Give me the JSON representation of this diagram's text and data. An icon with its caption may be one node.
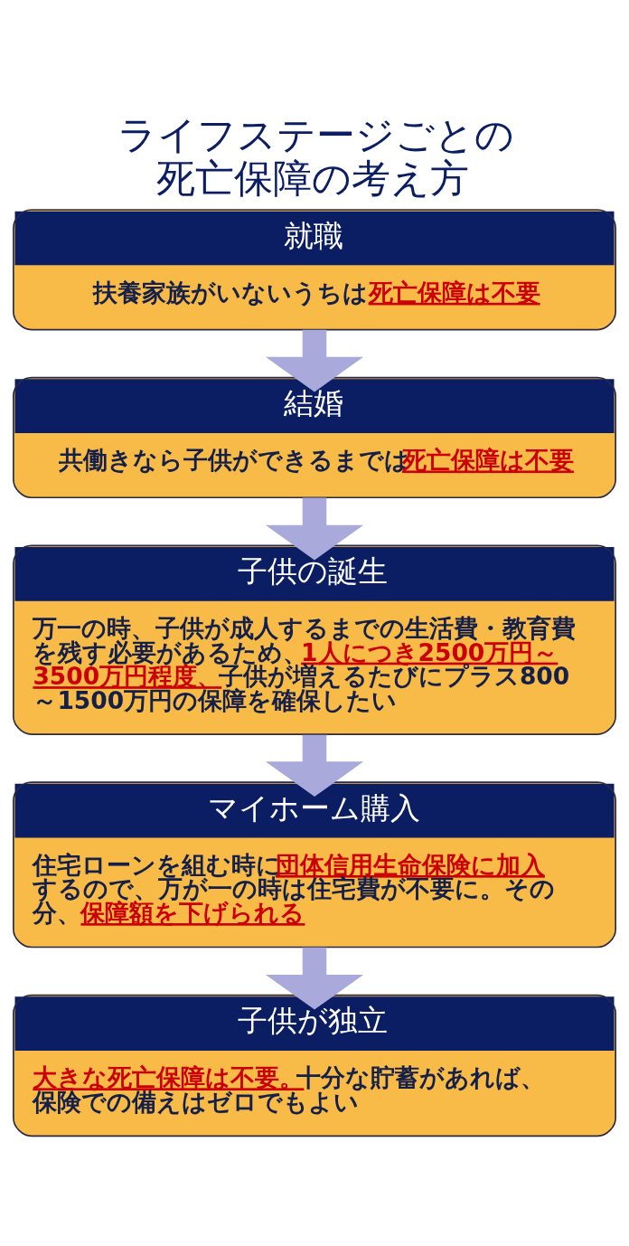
{
  "diagram": {
    "title": "ライフステージごとの死亡保障の考え方",
    "nodes": [
      {
        "text": [
          "就職",
          "扶養家族がいないうちは **死亡保障は不要**"
        ]
      },
      {
        "text": [
          "結婚",
          "共働きなら子供ができるまでは**死亡保障は不要**"
        ]
      },
      {
        "text": [
          "子供の誕生",
          "万一の時、子供が成人するまでの生活費・教育費を残す必要があるため、**1人につき2500万円～3500万円程度、**子供が増えるたびにプラス800～1500万円の保障を確保したい"
        ]
      },
      {
        "text": [
          "マイホーム購入",
          "住宅ローンを組む時に**団体信用生命保険に加入**するので、万が一の時は住宅費が不要に。その分、**保障額を下げられる**"
        ]
      },
      {
        "text": [
          "子供が独立",
          "**大きな死亡保障は不要。**十分な貯蓄があれば、保険での備えはゼロでもよい"
        ]
      }
    ],
    "edges": [
      {
        "from": 0,
        "to": 1,
        "arrow": "to"
      },
      {
        "from": 1,
        "to": 2,
        "arrow": "to"
      },
      {
        "from": 2,
        "to": 3,
        "arrow": "to"
      },
      {
        "from": 3,
        "to": 4,
        "arrow": "to"
      }
    ]
  }
}
